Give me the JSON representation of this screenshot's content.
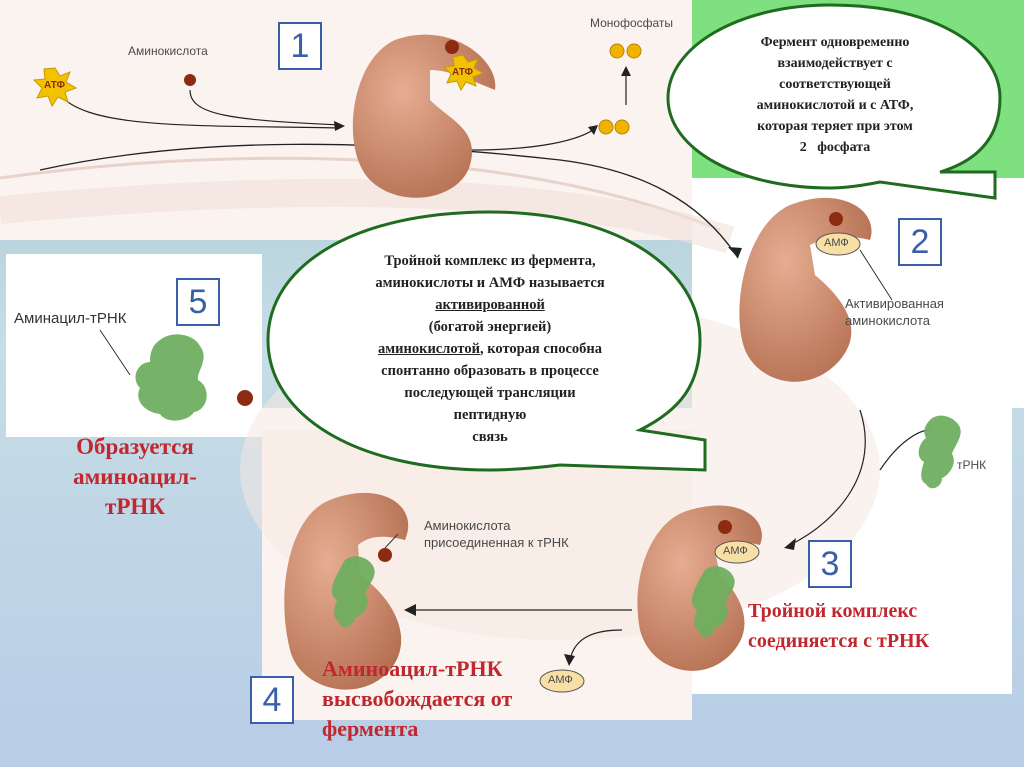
{
  "stages": [
    "1",
    "2",
    "3",
    "4",
    "5"
  ],
  "labels": {
    "amino_acid": "Аминокислота",
    "atp": "АТФ",
    "atp2": "АТФ",
    "monophosphates": "Монофосфаты",
    "amp1": "АМФ",
    "amp2": "АМФ",
    "amp3": "АМФ",
    "activated_line1": "Активированная",
    "activated_line2": "аминокислота",
    "trna": "тРНК",
    "aminoacyl_trna": "Аминацил-тРНК",
    "attached_line1": "Аминокислота",
    "attached_line2": "присоединенная к тРНК"
  },
  "bubble1": {
    "lines": [
      "Фермент одновременно",
      "взаимодействует с",
      "соответствующей",
      "аминокислотой и с АТФ,",
      "которая теряет при этом",
      "2   фосфата"
    ]
  },
  "bubble2": {
    "line1": "Тройной комплекс из фермента,",
    "line2": "аминокислоты и АМФ называется",
    "line3": "активированной",
    "line4": "(богатой энергией)",
    "line5a": "аминокислотой",
    "line5b": ", которая способна",
    "line6": "спонтанно образовать в процессе",
    "line7": "последующей трансляции",
    "line8": "пептидную",
    "line9": "связь"
  },
  "captions": {
    "c5": [
      "Образуется",
      "аминоацил-",
      "тРНК"
    ],
    "c3": [
      "Тройной комплекс",
      "соединяется с тРНК"
    ],
    "c4": [
      "Аминоацил-тРНК",
      "высвобождается от",
      "фермента"
    ]
  },
  "colors": {
    "enzyme": "#c8846a",
    "amino": "#8b2c12",
    "atp": "#f2c200",
    "trna": "#6fae5f",
    "bubble_border": "#1f6b1f",
    "accent_green": "#7ee07e",
    "caption_red": "#c0282f",
    "box_blue": "#3a5fa8"
  }
}
